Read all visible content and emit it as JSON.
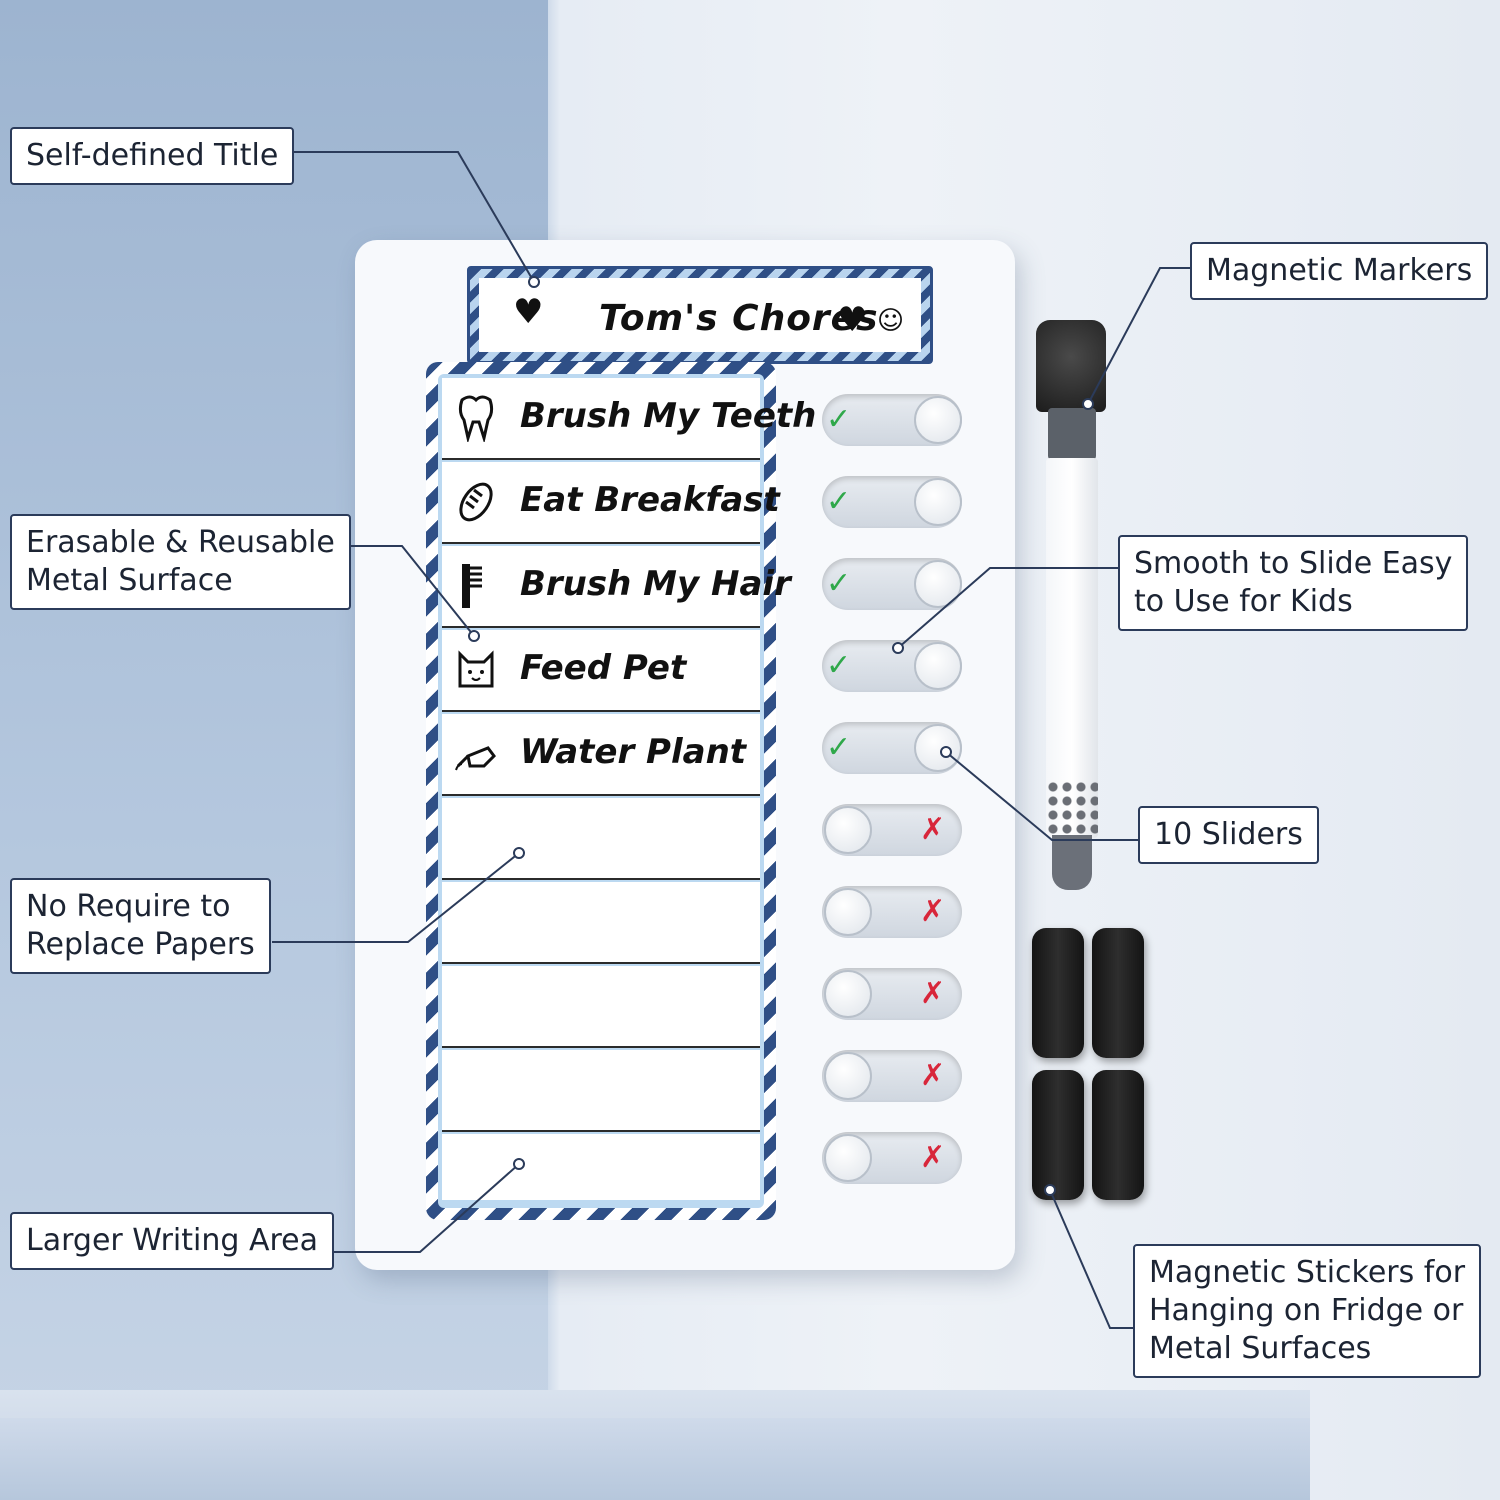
{
  "title": "Tom's Chores",
  "chores": [
    {
      "label": "Brush My Teeth",
      "icon": "tooth-icon"
    },
    {
      "label": "Eat Breakfast",
      "icon": "bread-icon"
    },
    {
      "label": "Brush My Hair",
      "icon": "comb-icon"
    },
    {
      "label": "Feed Pet",
      "icon": "pet-icon"
    },
    {
      "label": "Water Plant",
      "icon": "watering-can-icon"
    },
    {
      "label": ""
    },
    {
      "label": ""
    },
    {
      "label": ""
    },
    {
      "label": ""
    },
    {
      "label": ""
    }
  ],
  "sliders": [
    {
      "state": "done",
      "mark": "✓"
    },
    {
      "state": "done",
      "mark": "✓"
    },
    {
      "state": "done",
      "mark": "✓"
    },
    {
      "state": "done",
      "mark": "✓"
    },
    {
      "state": "done",
      "mark": "✓"
    },
    {
      "state": "not-done",
      "mark": "✗"
    },
    {
      "state": "not-done",
      "mark": "✗"
    },
    {
      "state": "not-done",
      "mark": "✗"
    },
    {
      "state": "not-done",
      "mark": "✗"
    },
    {
      "state": "not-done",
      "mark": "✗"
    }
  ],
  "callouts": {
    "self_defined_title": "Self-defined Title",
    "erasable_line1": "Erasable & Reusable",
    "erasable_line2": "Metal Surface",
    "no_require_line1": "No Require to",
    "no_require_line2": "Replace Papers",
    "larger_writing": "Larger Writing Area",
    "magnetic_markers": "Magnetic Markers",
    "smooth_line1": "Smooth to Slide Easy",
    "smooth_line2": "to Use for Kids",
    "ten_sliders": "10 Sliders",
    "stickers_line1": "Magnetic Stickers for",
    "stickers_line2": "Hanging on Fridge or",
    "stickers_line3": "Metal Surfaces"
  },
  "colors": {
    "frame_blue": "#2f4f86",
    "light_blue": "#bcd9f1",
    "check_green": "#2fa84a",
    "cross_red": "#d8263a"
  }
}
